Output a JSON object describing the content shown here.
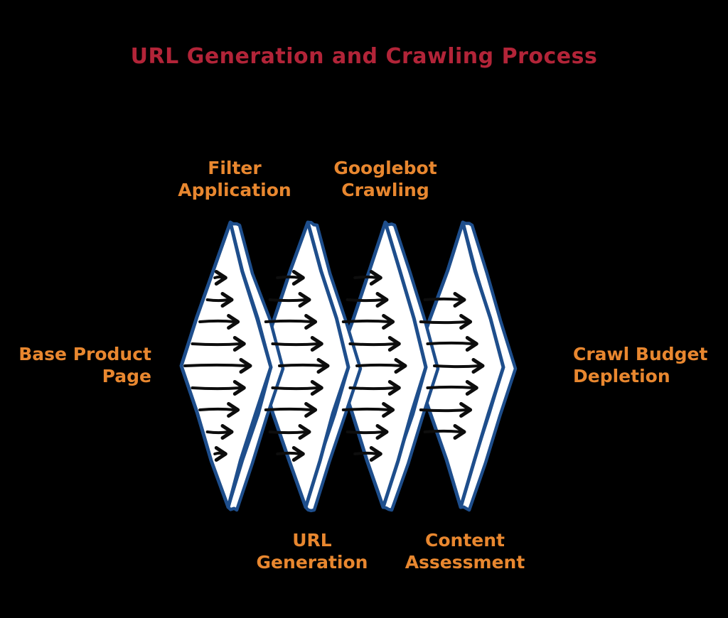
{
  "title": "URL Generation and Crawling Process",
  "colors": {
    "background": "#000000",
    "title_red": "#b22438",
    "label_orange": "#e8872f",
    "panel_blue": "#1e4e8c",
    "panel_fill": "#ffffff",
    "arrow_black": "#0d0d0d"
  },
  "flow": {
    "input": {
      "lines": [
        "Base Product",
        "Page"
      ]
    },
    "output": {
      "lines": [
        "Crawl Budget",
        "Depletion"
      ]
    },
    "stages": [
      {
        "name": "filter-application",
        "label_lines": [
          "Filter",
          "Application"
        ],
        "label_position": "top",
        "arrow_count": 9
      },
      {
        "name": "url-generation",
        "label_lines": [
          "URL",
          "Generation"
        ],
        "label_position": "bottom",
        "arrow_count": 9
      },
      {
        "name": "googlebot-crawling",
        "label_lines": [
          "Googlebot",
          "Crawling"
        ],
        "label_position": "top",
        "arrow_count": 9
      },
      {
        "name": "content-assessment",
        "label_lines": [
          "Content",
          "Assessment"
        ],
        "label_position": "bottom",
        "arrow_count": 7
      }
    ]
  }
}
